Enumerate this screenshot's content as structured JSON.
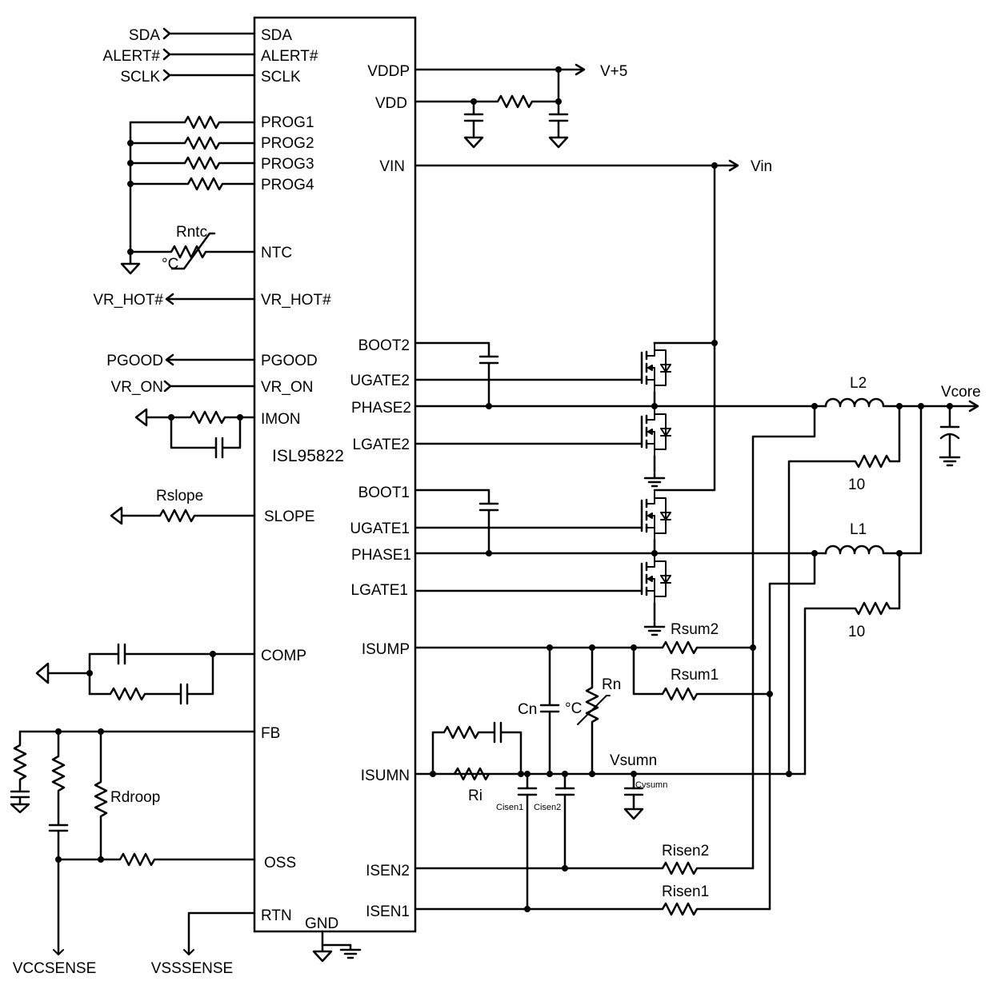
{
  "chip": {
    "name": "ISL95822",
    "left_pins": [
      "SDA",
      "ALERT#",
      "SCLK",
      "PROG1",
      "PROG2",
      "PROG3",
      "PROG4",
      "NTC",
      "VR_HOT#",
      "PGOOD",
      "VR_ON",
      "IMON",
      "SLOPE",
      "COMP",
      "FB",
      "OSS",
      "RTN"
    ],
    "right_pins": [
      "VDDP",
      "VDD",
      "VIN",
      "BOOT2",
      "UGATE2",
      "PHASE2",
      "LGATE2",
      "BOOT1",
      "UGATE1",
      "PHASE1",
      "LGATE1",
      "ISUMP",
      "ISUMN",
      "ISEN2",
      "ISEN1"
    ],
    "bottom_pin": "GND"
  },
  "signals": {
    "sda": "SDA",
    "alert": "ALERT#",
    "sclk": "SCLK",
    "vr_hot": "VR_HOT#",
    "pgood": "PGOOD",
    "vr_on": "VR_ON",
    "v5": "V+5",
    "vin": "Vin",
    "vcore": "Vcore",
    "vccsense": "VCCSENSE",
    "vsssense": "VSSSENSE",
    "vsumn": "Vsumn"
  },
  "components": {
    "rntc": "Rntc",
    "rntc_unit": "°C",
    "rslope": "Rslope",
    "rdroop": "Rdroop",
    "l2": "L2",
    "l1": "L1",
    "r10_top": "10",
    "r10_bottom": "10",
    "rsum2": "Rsum2",
    "rsum1": "Rsum1",
    "rn": "Rn",
    "rn_unit": "°C",
    "cn": "Cn",
    "ri": "Ri",
    "cisen1": "Cisen1",
    "cisen2": "Cisen2",
    "cvsumn": "Cvsumn",
    "risen2": "Risen2",
    "risen1": "Risen1"
  }
}
